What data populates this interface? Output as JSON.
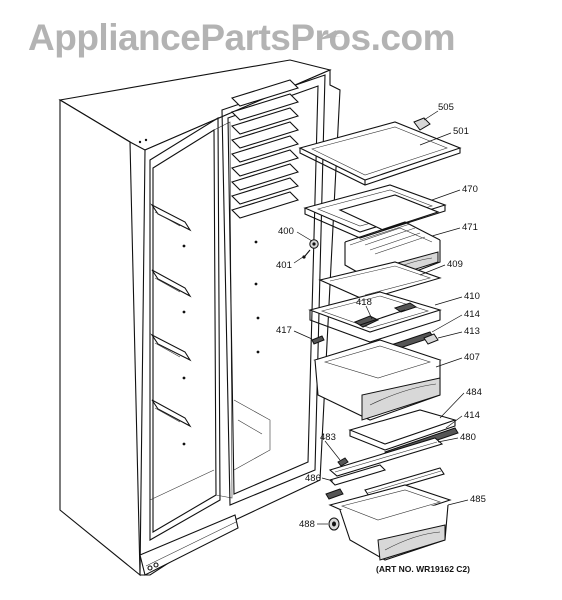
{
  "watermark": "AppliancePartsPros.com",
  "art_number": "(ART NO. WR19162 C2)",
  "part_labels": [
    {
      "id": "505",
      "text": "505"
    },
    {
      "id": "501",
      "text": "501"
    },
    {
      "id": "470",
      "text": "470"
    },
    {
      "id": "400",
      "text": "400"
    },
    {
      "id": "471",
      "text": "471"
    },
    {
      "id": "401",
      "text": "401"
    },
    {
      "id": "409",
      "text": "409"
    },
    {
      "id": "410",
      "text": "410"
    },
    {
      "id": "418",
      "text": "418"
    },
    {
      "id": "414a",
      "text": "414"
    },
    {
      "id": "417",
      "text": "417"
    },
    {
      "id": "413",
      "text": "413"
    },
    {
      "id": "407",
      "text": "407"
    },
    {
      "id": "484",
      "text": "484"
    },
    {
      "id": "414b",
      "text": "414"
    },
    {
      "id": "483",
      "text": "483"
    },
    {
      "id": "480",
      "text": "480"
    },
    {
      "id": "486",
      "text": "486"
    },
    {
      "id": "485",
      "text": "485"
    },
    {
      "id": "488",
      "text": "488"
    }
  ]
}
